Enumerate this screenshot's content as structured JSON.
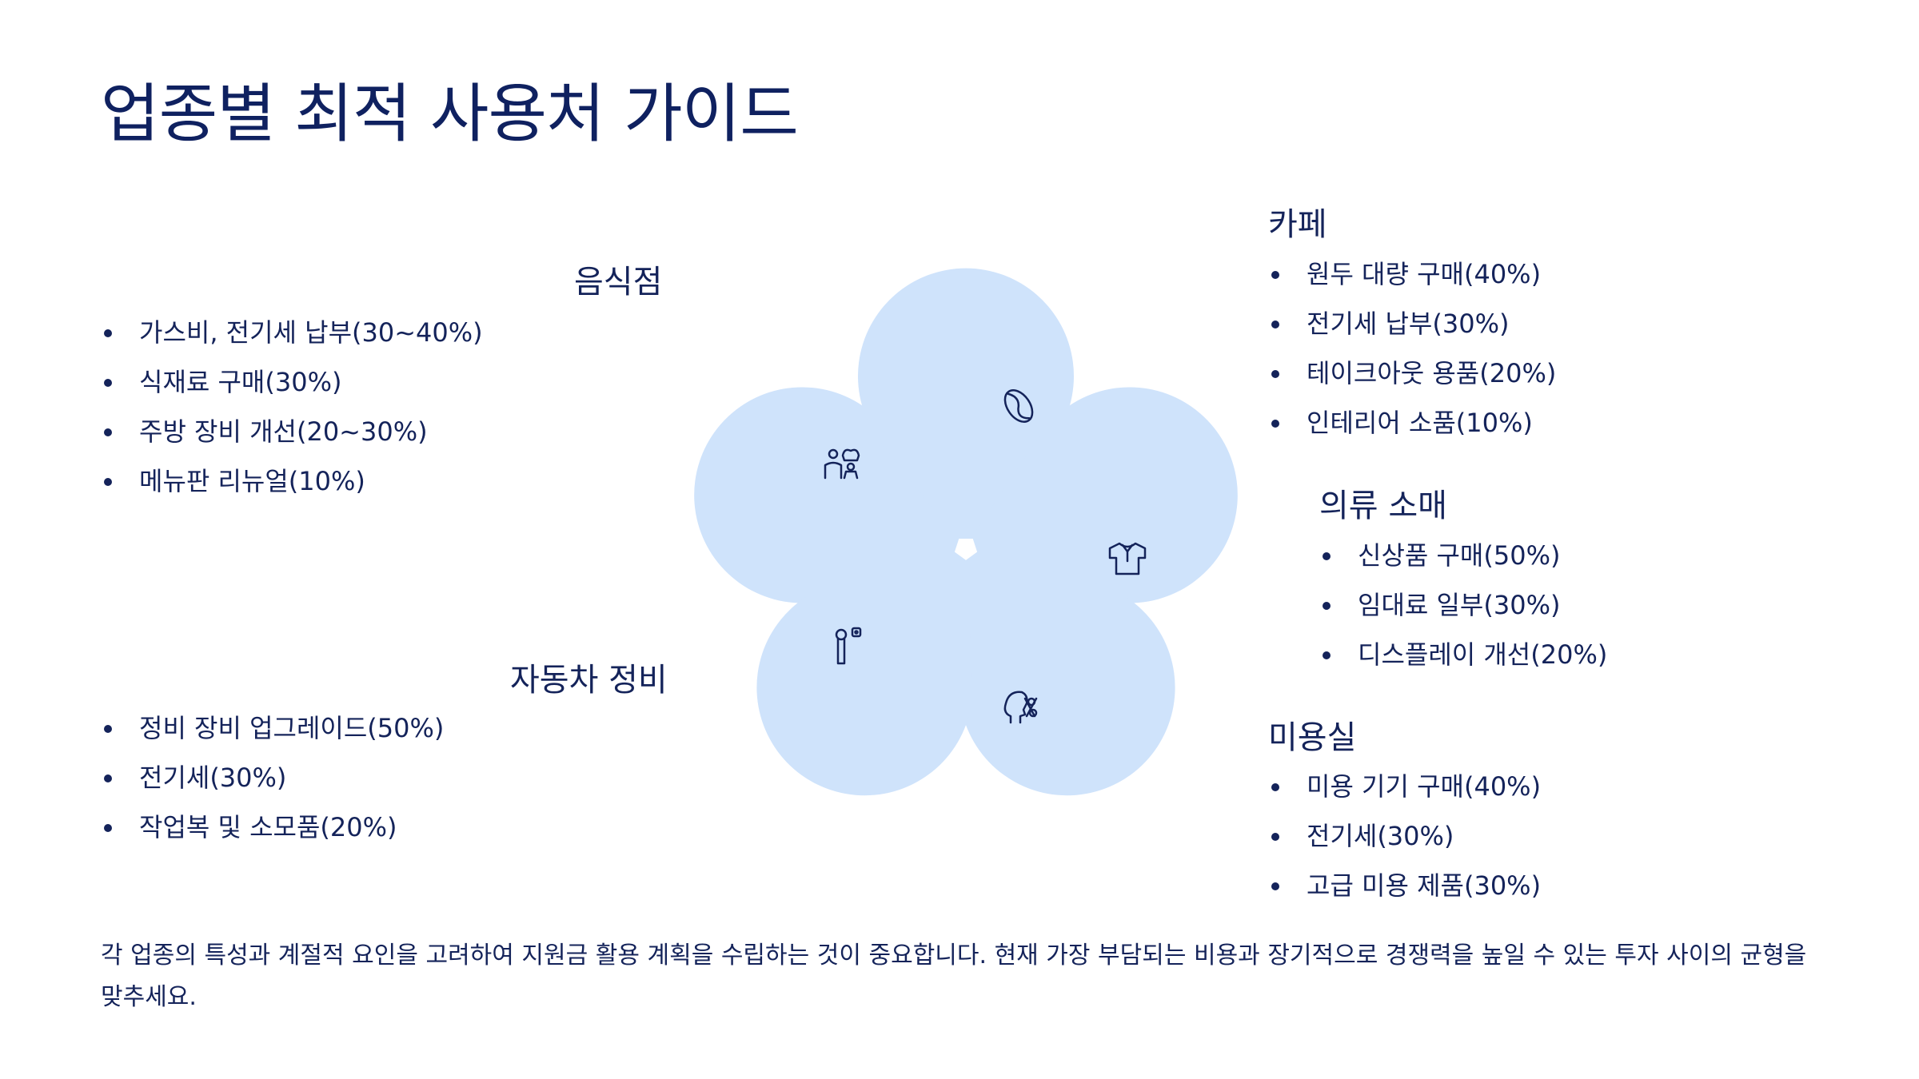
{
  "title": "업종별 최적 사용처 가이드",
  "colors": {
    "petal": "#cfe3fb",
    "text": "#14235a",
    "title": "#0f2160"
  },
  "segments": {
    "restaurant": {
      "name": "음식점",
      "icon": "chef-icon",
      "items": [
        "가스비, 전기세 납부(30~40%)",
        "식재료 구매(30%)",
        "주방 장비 개선(20~30%)",
        "메뉴판 리뉴얼(10%)"
      ]
    },
    "cafe": {
      "name": "카페",
      "icon": "coffee-bean-icon",
      "items": [
        "원두 대량 구매(40%)",
        "전기세 납부(30%)",
        "테이크아웃 용품(20%)",
        "인테리어 소품(10%)"
      ]
    },
    "apparel": {
      "name": "의류 소매",
      "icon": "shirt-icon",
      "items": [
        "신상품 구매(50%)",
        "임대료 일부(30%)",
        "디스플레이 개선(20%)"
      ]
    },
    "salon": {
      "name": "미용실",
      "icon": "haircut-icon",
      "items": [
        "미용 기기 구매(40%)",
        "전기세(30%)",
        "고급 미용 제품(30%)"
      ]
    },
    "auto": {
      "name": "자동차 정비",
      "icon": "wrench-icon",
      "items": [
        "정비 장비 업그레이드(50%)",
        "전기세(30%)",
        "작업복 및 소모품(20%)"
      ]
    }
  },
  "footer": "각 업종의 특성과 계절적 요인을 고려하여 지원금 활용 계획을 수립하는 것이 중요합니다. 현재 가장 부담되는 비용과 장기적으로 경쟁력을 높일 수 있는 투자 사이의 균형을 맞추세요."
}
